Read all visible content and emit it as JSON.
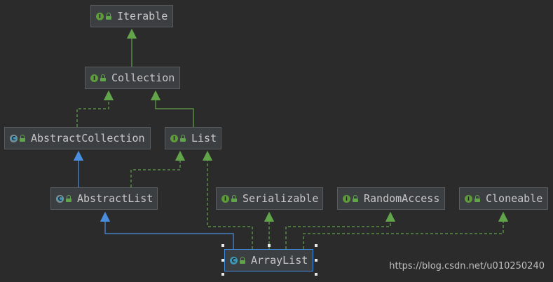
{
  "nodes": {
    "iterable": {
      "label": "Iterable",
      "badge": "I",
      "kind": "interface"
    },
    "collection": {
      "label": "Collection",
      "badge": "I",
      "kind": "interface"
    },
    "abstract_collection": {
      "label": "AbstractCollection",
      "badge": "C",
      "kind": "abstract-class"
    },
    "list": {
      "label": "List",
      "badge": "I",
      "kind": "interface"
    },
    "abstract_list": {
      "label": "AbstractList",
      "badge": "C",
      "kind": "abstract-class"
    },
    "serializable": {
      "label": "Serializable",
      "badge": "I",
      "kind": "interface"
    },
    "random_access": {
      "label": "RandomAccess",
      "badge": "I",
      "kind": "interface"
    },
    "cloneable": {
      "label": "Cloneable",
      "badge": "I",
      "kind": "interface"
    },
    "array_list": {
      "label": "ArrayList",
      "badge": "C",
      "kind": "class"
    }
  },
  "colors": {
    "interface_edge": "#62a44a",
    "extends_edge": "#4a8fdf",
    "background": "#2b2b2b"
  },
  "watermark": "https://blog.csdn.net/u010250240"
}
